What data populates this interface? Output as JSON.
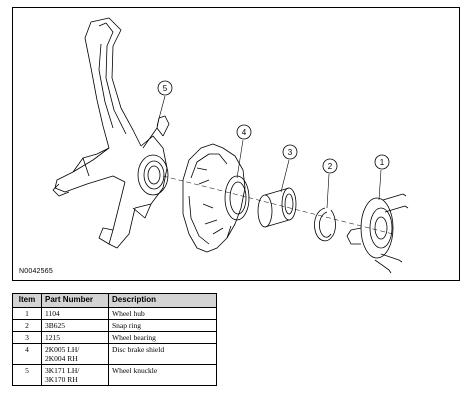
{
  "figure": {
    "id": "N0042565",
    "callouts": [
      "5",
      "4",
      "3",
      "2",
      "1"
    ]
  },
  "table": {
    "headers": [
      "Item",
      "Part Number",
      "Description"
    ],
    "rows": [
      {
        "item": "1",
        "part": [
          "1104"
        ],
        "desc": "Wheel hub"
      },
      {
        "item": "2",
        "part": [
          "3B625"
        ],
        "desc": "Snap ring"
      },
      {
        "item": "3",
        "part": [
          "1215"
        ],
        "desc": "Wheel bearing"
      },
      {
        "item": "4",
        "part": [
          "2K005 LH/",
          "2K004 RH"
        ],
        "desc": "Disc brake shield"
      },
      {
        "item": "5",
        "part": [
          "3K171 LH/",
          "3K170 RH"
        ],
        "desc": "Wheel knuckle"
      }
    ]
  }
}
